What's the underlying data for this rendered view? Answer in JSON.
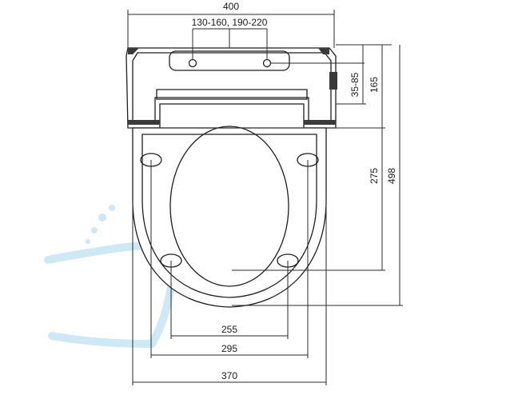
{
  "dimensions": {
    "overall_width": "400",
    "hole_spacing": "130-160, 190-220",
    "hinge_offset": "35-85",
    "bracket_depth": "165",
    "opening_length": "275",
    "total_length": "498",
    "inner_hole_spacing": "255",
    "outer_hole_spacing": "295",
    "seat_width": "370"
  },
  "colors": {
    "line": "#1e1e1e",
    "watermark": "#cfe8f5"
  }
}
